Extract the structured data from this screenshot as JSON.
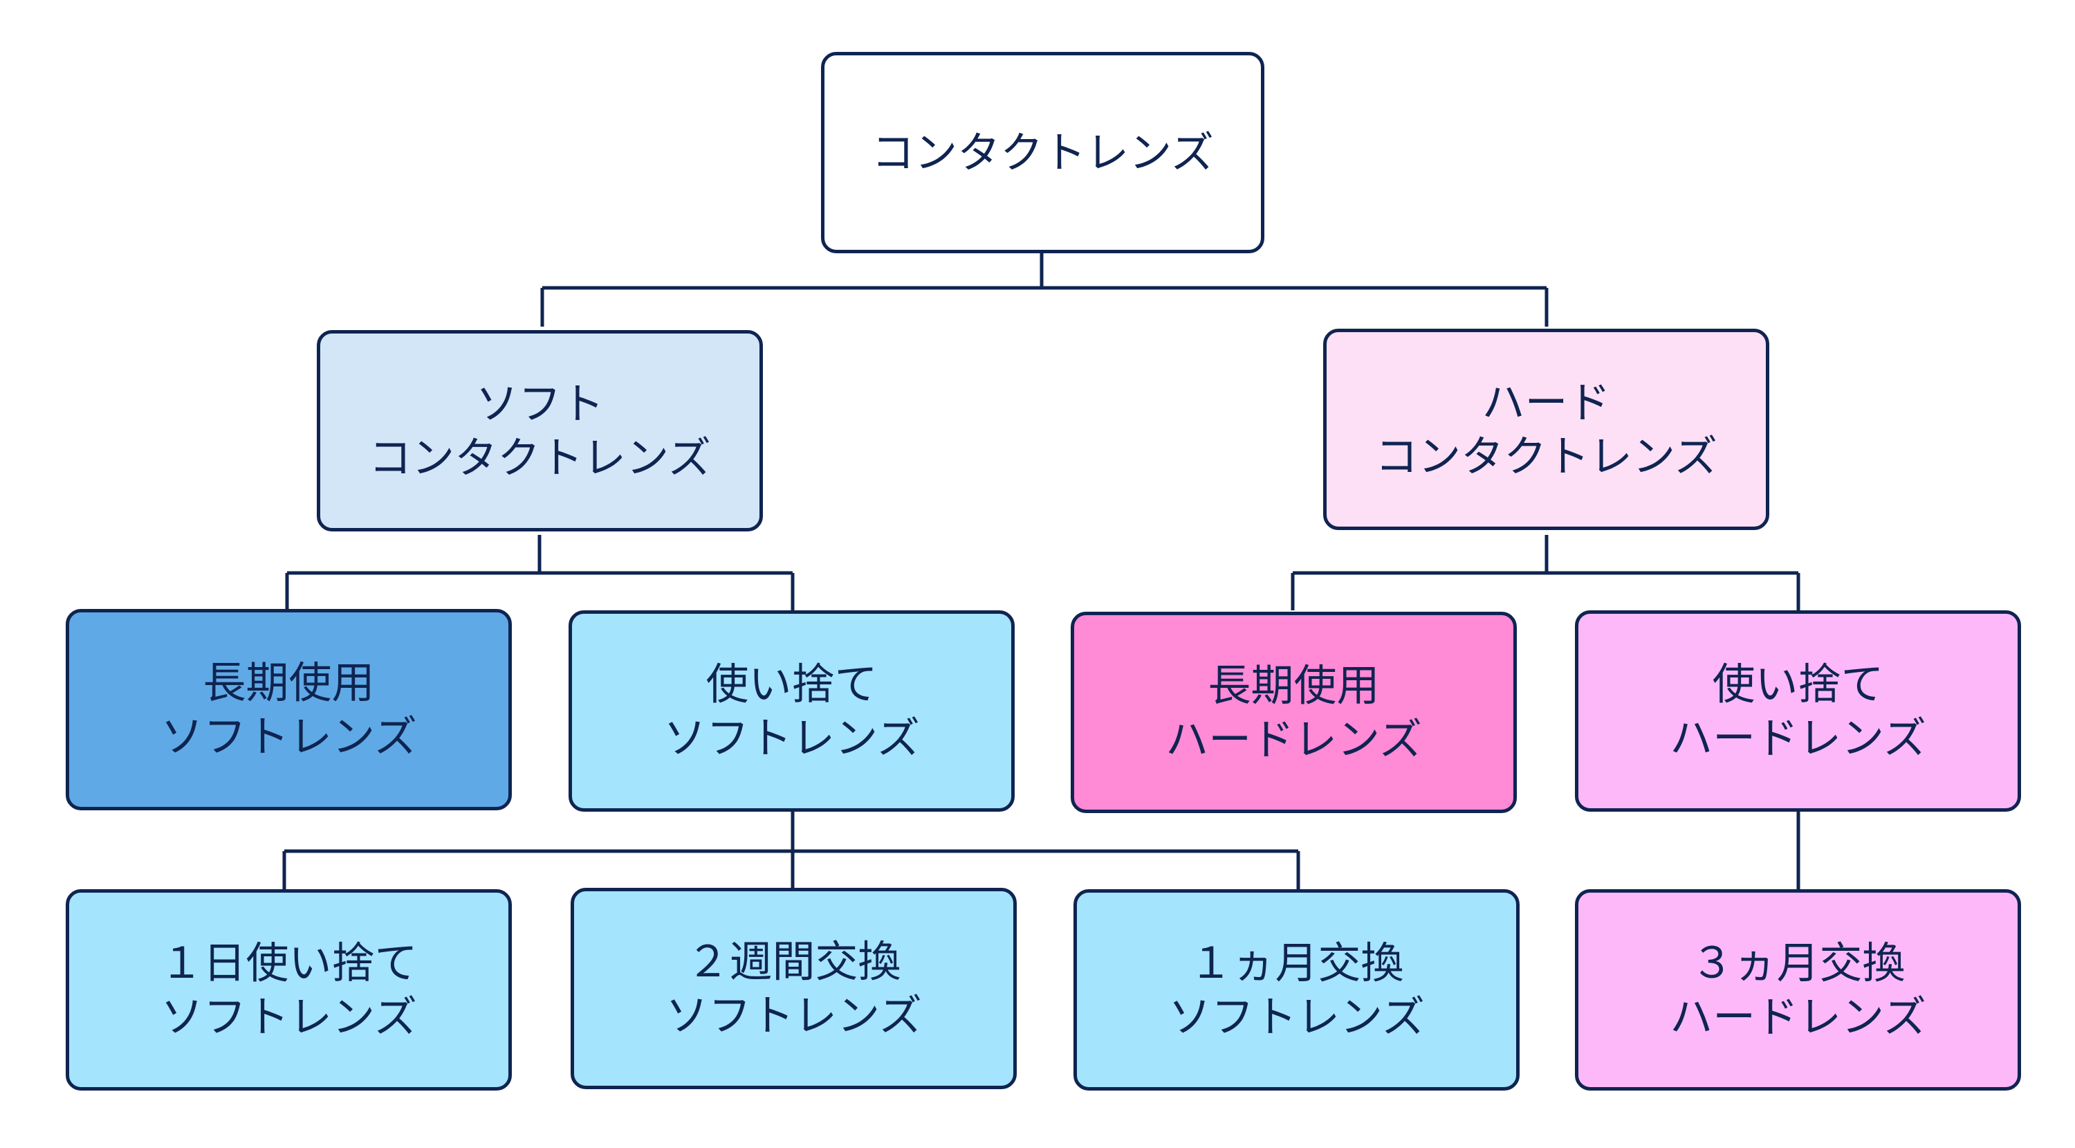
{
  "diagram": {
    "colors": {
      "line": "#0f2451",
      "root": "#ffffff",
      "soft_category": "#d2e6f8",
      "hard_category": "#fde0f5",
      "soft_longterm": "#5faae6",
      "soft_disposable": "#a4e4fd",
      "hard_longterm": "#ff8ad6",
      "hard_disposable": "#fdb8fa"
    },
    "root": {
      "line1": "コンタクトレンズ"
    },
    "soft": {
      "line1": "ソフト",
      "line2": "コンタクトレンズ"
    },
    "hard": {
      "line1": "ハード",
      "line2": "コンタクトレンズ"
    },
    "soft_longterm": {
      "line1": "長期使用",
      "line2": "ソフトレンズ"
    },
    "soft_disposable": {
      "line1": "使い捨て",
      "line2": "ソフトレンズ"
    },
    "hard_longterm": {
      "line1": "長期使用",
      "line2": "ハードレンズ"
    },
    "hard_disposable": {
      "line1": "使い捨て",
      "line2": "ハードレンズ"
    },
    "soft_daily": {
      "line1": "１日使い捨て",
      "line2": "ソフトレンズ"
    },
    "soft_2week": {
      "line1": "２週間交換",
      "line2": "ソフトレンズ"
    },
    "soft_1month": {
      "line1": "１ヵ月交換",
      "line2": "ソフトレンズ"
    },
    "hard_3month": {
      "line1": "３ヵ月交換",
      "line2": "ハードレンズ"
    }
  }
}
